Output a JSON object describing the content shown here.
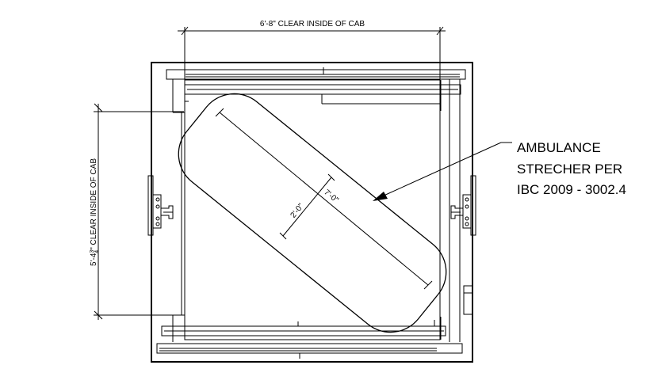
{
  "dimensions": {
    "width_label": "6'-8\" CLEAR INSIDE OF CAB",
    "height_label_prefix": "5'-4",
    "height_label_fraction_top": "3",
    "height_label_fraction_bottom": "4",
    "height_label_suffix": "\" CLEAR INSIDE OF CAB",
    "stretcher_width_label": "2'-0\"",
    "stretcher_length_label": "7'-0\""
  },
  "callout": {
    "line1": "AMBULANCE",
    "line2": "STRECHER PER",
    "line3": "IBC 2009 - 3002.4"
  }
}
